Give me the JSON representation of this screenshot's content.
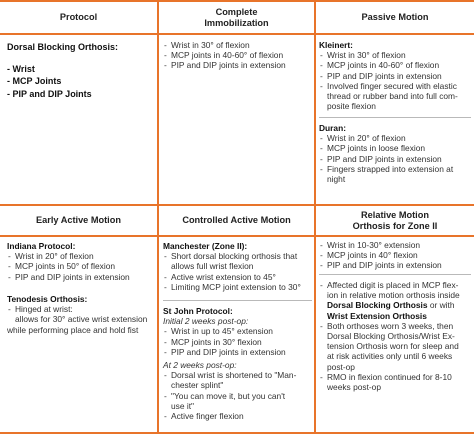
{
  "headers": {
    "protocol": "Protocol",
    "complete_1": "Complete",
    "complete_2": "Immobilization",
    "passive": "Passive Motion",
    "early": "Early Active Motion",
    "controlled": "Controlled Active Motion",
    "relative_1": "Relative Motion",
    "relative_2": "Orthosis for Zone II"
  },
  "protocol": {
    "title": "Dorsal Blocking Orthosis:",
    "items": [
      "- Wrist",
      "- MCP Joints",
      "- PIP and DIP Joints"
    ]
  },
  "complete": {
    "items": [
      "Wrist in 30° of flexion",
      "MCP joints in 40-60° of flexion",
      "PIP and DIP joints in extension"
    ]
  },
  "kleinert": {
    "title": "Kleinert:",
    "items": [
      "Wrist in 30° of flexion",
      "MCP joints in 40-60° of flexion",
      "PIP and DIP joints in extension"
    ],
    "item4": [
      "Involved finger secured with elastic",
      "thread or rubber band into full com-",
      "posite flexion"
    ]
  },
  "duran": {
    "title": "Duran:",
    "items": [
      "Wrist in 20° of flexion",
      "MCP joints in loose flexion",
      "PIP and DIP joints in extension"
    ],
    "item4": [
      "Fingers strapped into extension at",
      "night"
    ]
  },
  "indiana": {
    "title": "Indiana Protocol:",
    "items": [
      "Wrist in 20° of flexion",
      "MCP joints in 50° of flexion",
      "PIP and DIP joints in extension"
    ]
  },
  "tenodesis": {
    "title": "Tenodesis Orthosis:",
    "item1": "Hinged at wrist:",
    "item1_rest": [
      "allows for 30° active wrist extension",
      "while performing place and hold fist"
    ]
  },
  "manchester": {
    "title": "Manchester (Zone II):",
    "item1": [
      "Short dorsal blocking orthosis that",
      "allows full wrist flexion"
    ],
    "items": [
      "Active wrist extension to 45°",
      "Limiting MCP joint extension to 30°"
    ]
  },
  "stjohn": {
    "title": "St John Protocol:",
    "sub1": "Initial 2 weeks post-op:",
    "items1": [
      "Wrist in up to 45° extension",
      "MCP joints in 30° flexion",
      "PIP and DIP joints in extension"
    ],
    "sub2": "At 2 weeks post-op:",
    "item_a": [
      "Dorsal wrist is shortened to \"Man-",
      "chester splint\""
    ],
    "item_b": [
      "\"You can move it, but you can't",
      "use it\""
    ],
    "item_c": "Active finger flexion"
  },
  "relative": {
    "items": [
      "Wrist in 10-30° extension",
      "MCP joints in 40° flexion",
      "PIP and DIP joints in extension"
    ],
    "p1": [
      "Affected digit is placed in MCP flex-",
      "ion in relative motion orthosis inside"
    ],
    "p1_bold1": "Dorsal Blocking Orthosis",
    "p1_mid": " or with",
    "p1_bold2": "Wrist Extension Orthosis",
    "p2": [
      "Both orthoses worn 3 weeks, then",
      "Dorsal Blocking Orthosis/Wrist Ex-",
      "tension Orthosis worn for sleep and",
      "at risk activities only until 6 weeks",
      "post-op"
    ],
    "p3": [
      "RMO in flexion continued for 8-10",
      "weeks post-op"
    ]
  }
}
